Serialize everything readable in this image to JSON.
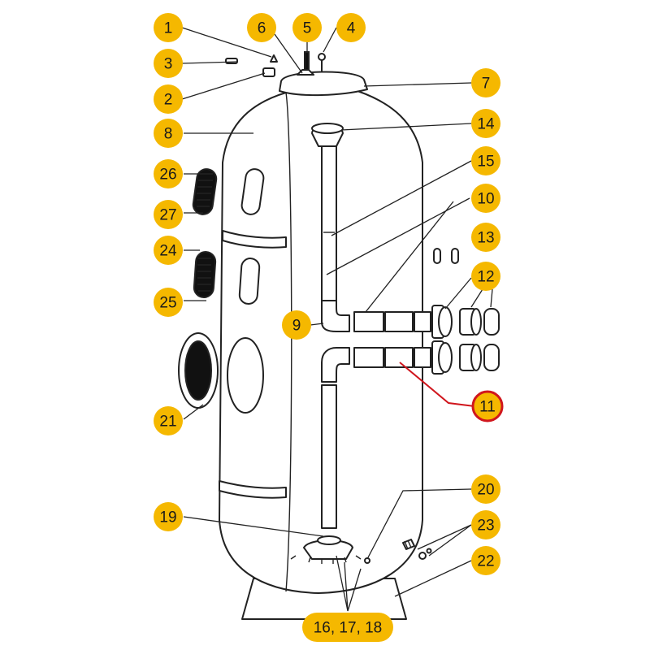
{
  "colors": {
    "callout_fill": "#f5b800",
    "highlight": "#d0161d",
    "line": "#222222"
  },
  "callouts": [
    {
      "id": "c1",
      "label": "1"
    },
    {
      "id": "c2",
      "label": "2"
    },
    {
      "id": "c3",
      "label": "3"
    },
    {
      "id": "c4",
      "label": "4"
    },
    {
      "id": "c5",
      "label": "5"
    },
    {
      "id": "c6",
      "label": "6"
    },
    {
      "id": "c7",
      "label": "7"
    },
    {
      "id": "c8",
      "label": "8"
    },
    {
      "id": "c9",
      "label": "9"
    },
    {
      "id": "c10",
      "label": "10"
    },
    {
      "id": "c11",
      "label": "11",
      "highlighted": true
    },
    {
      "id": "c12",
      "label": "12"
    },
    {
      "id": "c13",
      "label": "13"
    },
    {
      "id": "c14",
      "label": "14"
    },
    {
      "id": "c15",
      "label": "15"
    },
    {
      "id": "c16",
      "label": "16, 17, 18"
    },
    {
      "id": "c19",
      "label": "19"
    },
    {
      "id": "c20",
      "label": "20"
    },
    {
      "id": "c21",
      "label": "21"
    },
    {
      "id": "c22",
      "label": "22"
    },
    {
      "id": "c23",
      "label": "23"
    },
    {
      "id": "c24",
      "label": "24"
    },
    {
      "id": "c25",
      "label": "25"
    },
    {
      "id": "c26",
      "label": "26"
    },
    {
      "id": "c27",
      "label": "27"
    }
  ]
}
